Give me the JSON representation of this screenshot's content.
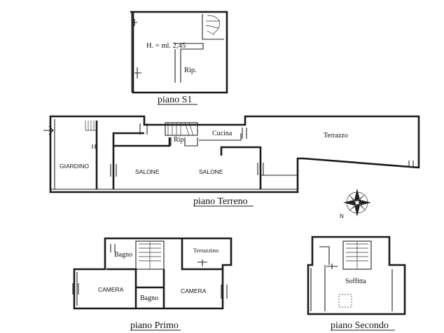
{
  "floors": {
    "s1": {
      "title": "piano S1",
      "height_note": "H. = ml. 2,45",
      "rooms": {
        "storage": "Rip."
      }
    },
    "terreno": {
      "title": "piano Terreno",
      "rooms": {
        "garden": "GIARDINO",
        "living_left": "SALONE",
        "living_right": "SALONE",
        "storage": "Rip.",
        "kitchen": "Cucina",
        "terrace": "Terrazzo"
      }
    },
    "primo": {
      "title": "piano Primo",
      "rooms": {
        "bath_top": "Bagno",
        "terrace_small": "Terrazzino",
        "bedroom_left": "CAMERA",
        "bath_bottom": "Bagno",
        "bedroom_right": "CAMERA"
      }
    },
    "secondo": {
      "title": "piano Secondo",
      "rooms": {
        "attic": "Soffitta"
      }
    }
  },
  "compass": {
    "north_letter": "N"
  }
}
